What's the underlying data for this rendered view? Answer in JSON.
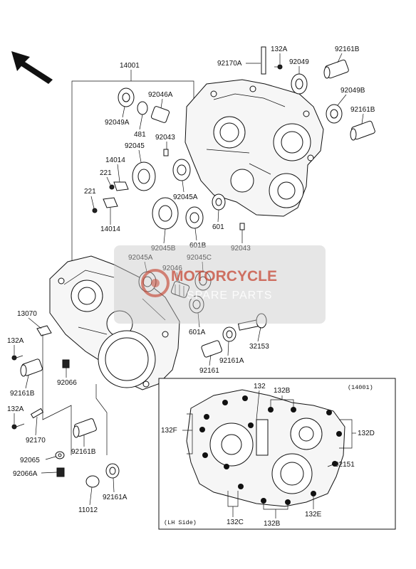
{
  "watermark": {
    "line1": "MOTORCYCLE",
    "line2": "SPARE PARTS",
    "color": "#c33c28"
  },
  "inset": {
    "ref": "(14001)",
    "side": "(LH Side)"
  },
  "labels": {
    "p14001": "14001",
    "p92170A": "92170A",
    "p132A_top": "132A",
    "p92049": "92049",
    "p92161B_top": "92161B",
    "p92049A": "92049A",
    "p92046A": "92046A",
    "p92049B": "92049B",
    "p92161B_r": "92161B",
    "p481": "481",
    "p92043_top": "92043",
    "p92045": "92045",
    "p14014_top": "14014",
    "p221_a": "221",
    "p221_b": "221",
    "p14014_b": "14014",
    "p92045A_top": "92045A",
    "p601": "601",
    "p601B": "601B",
    "p92045B": "92045B",
    "p92043_b": "92043",
    "p92045A_m": "92045A",
    "p92045C": "92045C",
    "p92046": "92046",
    "p13070": "13070",
    "p132A_l": "132A",
    "p601A": "601A",
    "p32153": "32153",
    "p92161A_m": "92161A",
    "p92161": "92161",
    "p92161B_l": "92161B",
    "p92066": "92066",
    "p132A_l2": "132A",
    "p92170": "92170",
    "p92161B_b": "92161B",
    "p92065": "92065",
    "p92066A": "92066A",
    "p92161A_b": "92161A",
    "p11012": "11012",
    "i132": "132",
    "i132B_t": "132B",
    "i132F": "132F",
    "i132D": "132D",
    "i92151": "92151",
    "i132E": "132E",
    "i132C": "132C",
    "i132B_b": "132B"
  },
  "icons": {
    "direction": "front-arrow-icon"
  }
}
